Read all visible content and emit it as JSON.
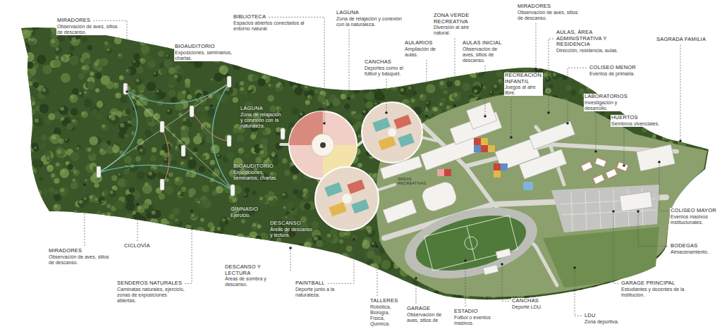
{
  "diagram": {
    "labels": [
      "MIRADORES",
      "Observación de aves, sitios de descanso.",
      "BIBLIOTECA",
      "Espacios abiertos conectados al entorno natural.",
      "BIOAUDITORIO",
      "Exposiciones, seminarios, charlas.",
      "LAGUNA",
      "Zona de relajación y conexión con la naturaleza.",
      "CANCHAS",
      "Deportes como el fútbol y básquet.",
      "AULARIOS",
      "Ampliación de aulas.",
      "ZONA VERDE RECREATIVA",
      "Diversión al aire natural.",
      "AULAS INICIAL",
      "Observación de aves, sitios de descanso.",
      "MIRADORES",
      "Observación de aves, sitios de descanso.",
      "AULAS, ÁREA ADMINISTRATIVA Y RESIDENCIA",
      "Dirección, residencia, aulas.",
      "SAGRADA FAMILIA",
      "COLISEO MENOR",
      "Eventos de primaria.",
      "RECREACIÓN INFANTIL",
      "Juegos al aire libre.",
      "LABORATORIOS",
      "Investigación y desarrollo.",
      "HUERTOS",
      "Sembríos vivenciales.",
      "LAGUNA",
      "Zona de relajación y conexión con la naturaleza.",
      "BIOAUDITORIO",
      "Exposiciones, seminarios, charlas.",
      "ÁREAS RECREATIVAS",
      "GIMNASIO",
      "Ejercicio.",
      "DESCANSO",
      "Áreas de descanso y lectura.",
      "MIRADORES",
      "Observación de aves, sitios de descanso.",
      "CICLOVÍA",
      "SENDEROS NATURALES",
      "Caminatas naturales, ejercicio, zonas de exposiciones abiertas.",
      "DESCANSO Y LECTURA",
      "Áreas de sombra y descanso.",
      "PAINTBALL",
      "Deporte junto a la naturaleza.",
      "TALLERES",
      "Robótica, Biología, Física, Química.",
      "GARAGE",
      "Observación de aves, sitios de",
      "ESTADIO",
      "Fútbol o eventos masivos.",
      "CANCHAS",
      "Deporte LDU.",
      "LDU",
      "Zona deportiva.",
      "COLISEO MAYOR",
      "Eventos masivos institucionales.",
      "BODEGAS",
      "Almacenamiento.",
      "GARAGE PRINCIPAL",
      "Estudiantes y docentes de la institución."
    ]
  }
}
